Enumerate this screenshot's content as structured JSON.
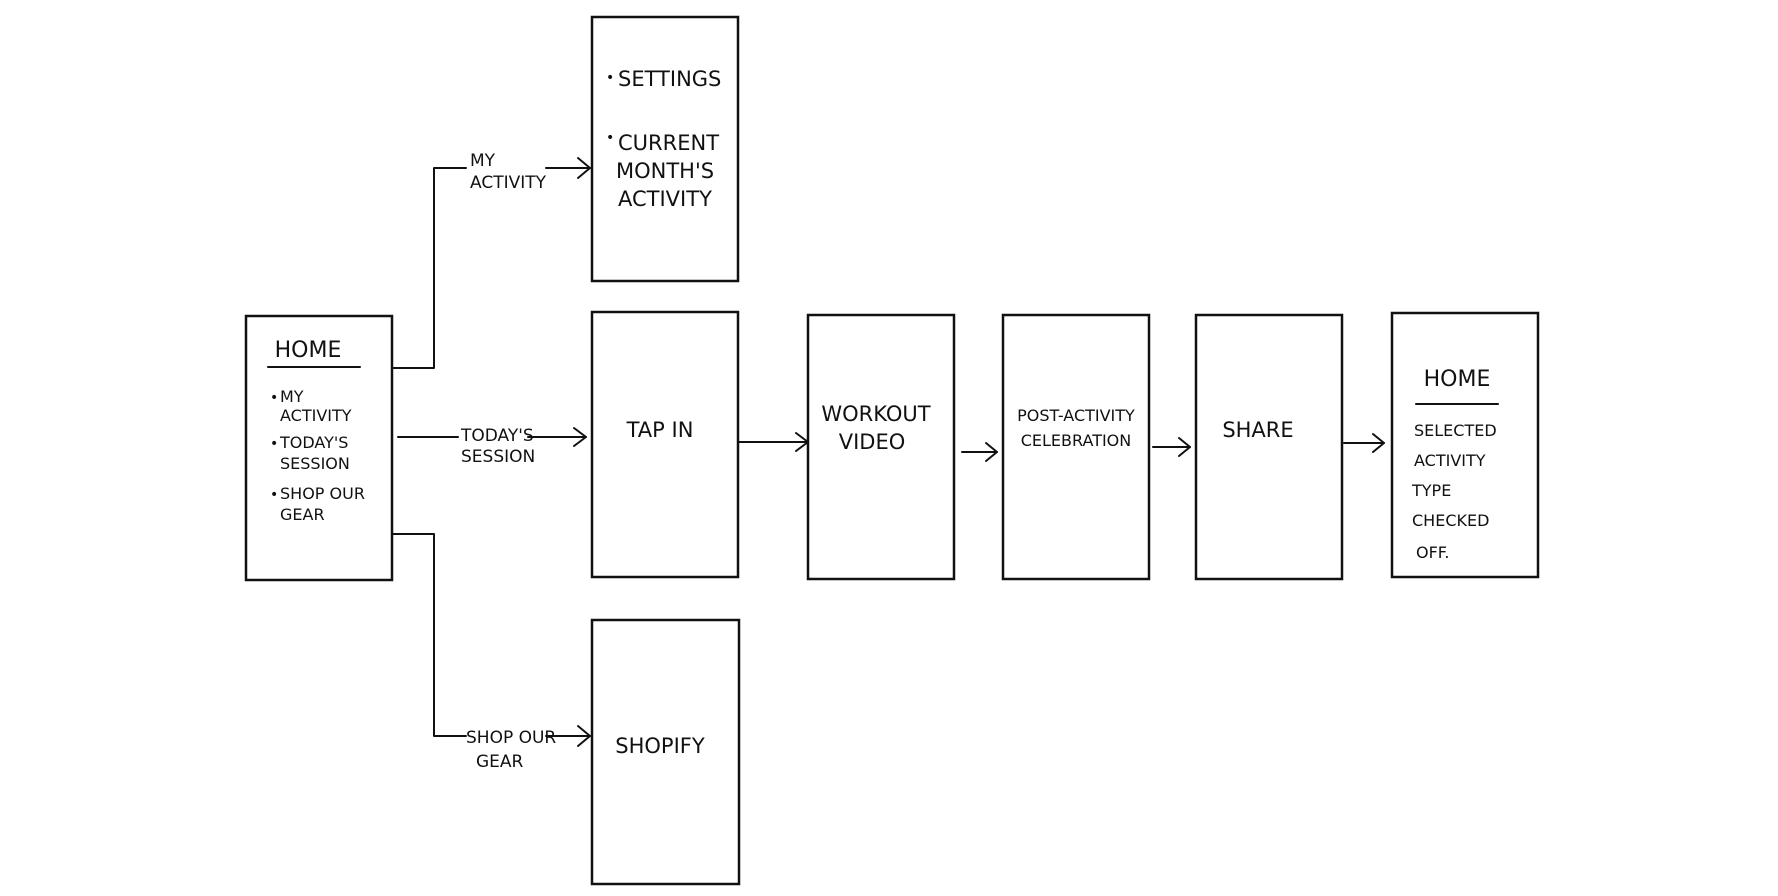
{
  "home_screen": {
    "title": "HOME",
    "items": [
      "MY",
      "ACTIVITY",
      "TODAY'S",
      "SESSION",
      "SHOP OUR",
      "GEAR"
    ]
  },
  "edge_labels": {
    "my_activity": [
      "MY",
      "ACTIVITY"
    ],
    "todays_session": [
      "TODAY'S",
      "SESSION"
    ],
    "shop_our_gear": [
      "SHOP OUR",
      "GEAR"
    ]
  },
  "my_activity_screen": {
    "items": [
      "SETTINGS",
      "CURRENT",
      "MONTH'S",
      "ACTIVITY"
    ]
  },
  "tap_in_screen": {
    "label": "TAP IN"
  },
  "workout_video_screen": {
    "label": [
      "WORKOUT",
      "VIDEO"
    ]
  },
  "post_activity_screen": {
    "label": [
      "POST-ACTIVITY",
      "CELEBRATION"
    ]
  },
  "share_screen": {
    "label": "SHARE"
  },
  "home_final_screen": {
    "title": "HOME",
    "text": [
      "SELECTED",
      "ACTIVITY",
      "TYPE",
      "CHECKED",
      "OFF."
    ]
  },
  "shopify_screen": {
    "label": "SHOPIFY"
  },
  "bullet_glyph": "•"
}
